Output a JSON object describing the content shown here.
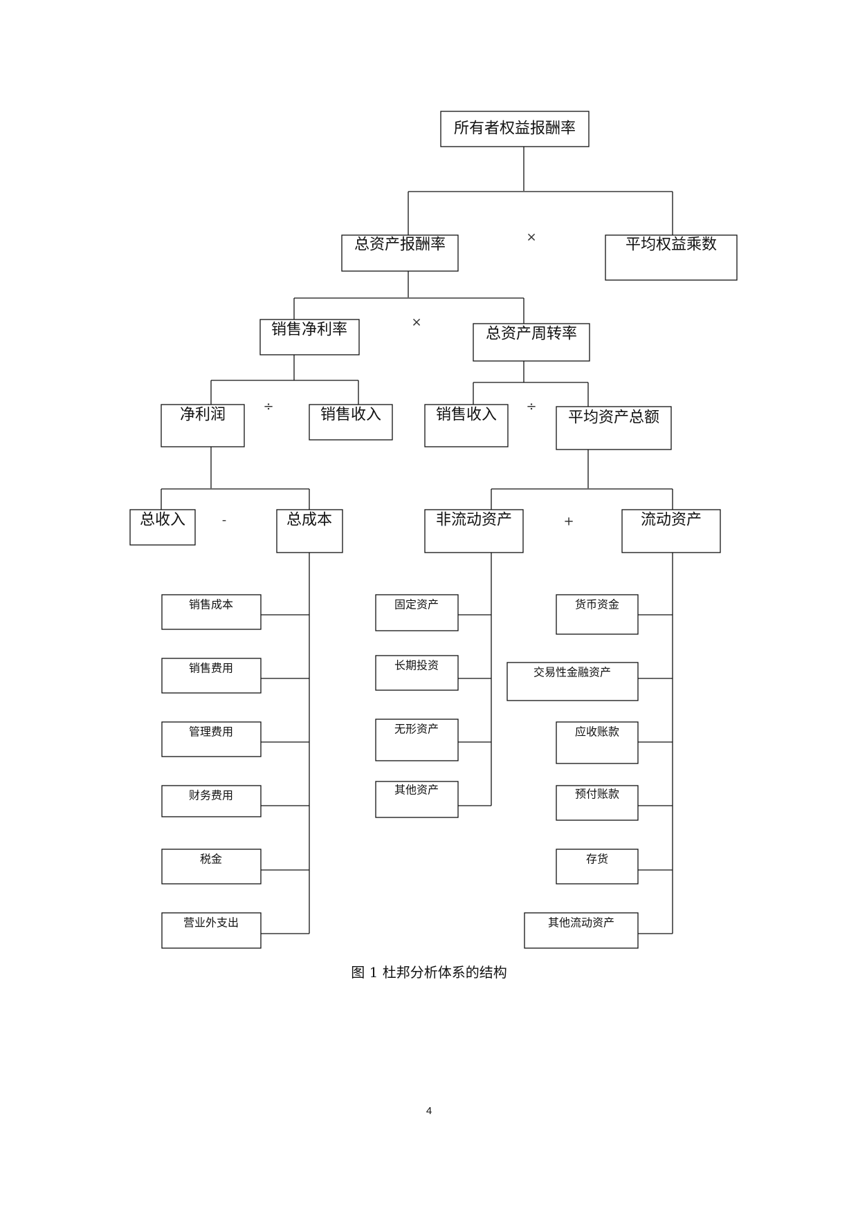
{
  "diagram": {
    "nodes": {
      "roe": "所有者权益报酬率",
      "roa": "总资产报酬率",
      "equity_multiplier": "平均权益乘数",
      "net_margin": "销售净利率",
      "asset_turnover": "总资产周转率",
      "net_profit": "净利润",
      "sales_revenue_left": "销售收入",
      "sales_revenue_right": "销售收入",
      "avg_total_assets": "平均资产总额",
      "total_revenue": "总收入",
      "total_cost": "总成本",
      "noncurrent_assets": "非流动资产",
      "current_assets": "流动资产",
      "cost_of_sales": "销售成本",
      "selling_expenses": "销售费用",
      "admin_expenses": "管理费用",
      "finance_expenses": "财务费用",
      "taxes": "税金",
      "nonoperating_expenses": "营业外支出",
      "fixed_assets": "固定资产",
      "long_term_investment": "长期投资",
      "intangible_assets": "无形资产",
      "other_assets": "其他资产",
      "monetary_funds": "货币资金",
      "trading_financial_assets": "交易性金融资产",
      "accounts_receivable": "应收账款",
      "prepayments": "预付账款",
      "inventory": "存货",
      "other_current_assets": "其他流动资产"
    },
    "operators": {
      "multiply_top": "×",
      "multiply_mid": "×",
      "divide_left": "÷",
      "divide_right": "÷",
      "minus": "-",
      "plus": "+"
    }
  },
  "caption": "图 1  杜邦分析体系的结构",
  "page_number": "4"
}
